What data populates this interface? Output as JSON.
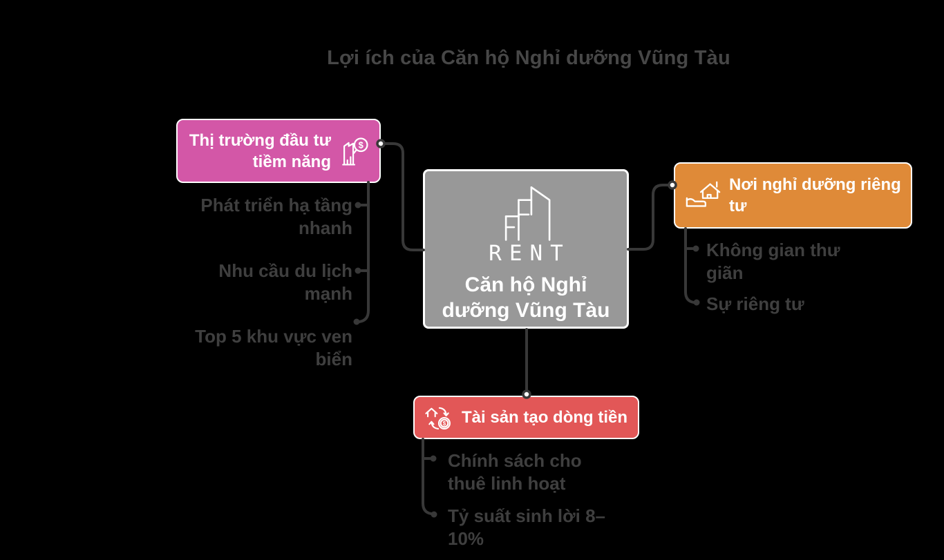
{
  "title": "Lợi ích của Căn hộ Nghỉ dưỡng Vũng Tàu",
  "center": {
    "icon": "rent-building-icon",
    "icon_caption": "RENT",
    "label": "Căn hộ Nghỉ dưỡng Vũng Tàu"
  },
  "branches": {
    "market": {
      "label": "Thị trường đầu tư tiềm năng",
      "icon": "building-dollar-chart-icon",
      "color": "#d357a7",
      "items": [
        "Phát triển hạ tầng nhanh",
        "Nhu cầu du lịch mạnh",
        "Top 5 khu vực ven biển"
      ]
    },
    "retreat": {
      "label": "Nơi nghỉ dưỡng riêng tư",
      "icon": "house-lounge-icon",
      "color": "#df8a38",
      "items": [
        "Không gian thư giãn",
        "Sự riêng tư"
      ]
    },
    "cashflow": {
      "label": "Tài sản tạo dòng tiền",
      "icon": "house-dollar-cycle-icon",
      "color": "#e25757",
      "items": [
        "Chính sách cho thuê linh hoạt",
        "Tỷ suất sinh lời 8–10%"
      ]
    }
  },
  "colors": {
    "background": "#000000",
    "branch_market": "#d357a7",
    "branch_retreat": "#df8a38",
    "branch_cashflow": "#e25757",
    "center_node": "#989898",
    "connector": "#383838",
    "node_text": "#ffffff",
    "title_text": "#474747",
    "item_text": "#3f3f3f"
  }
}
